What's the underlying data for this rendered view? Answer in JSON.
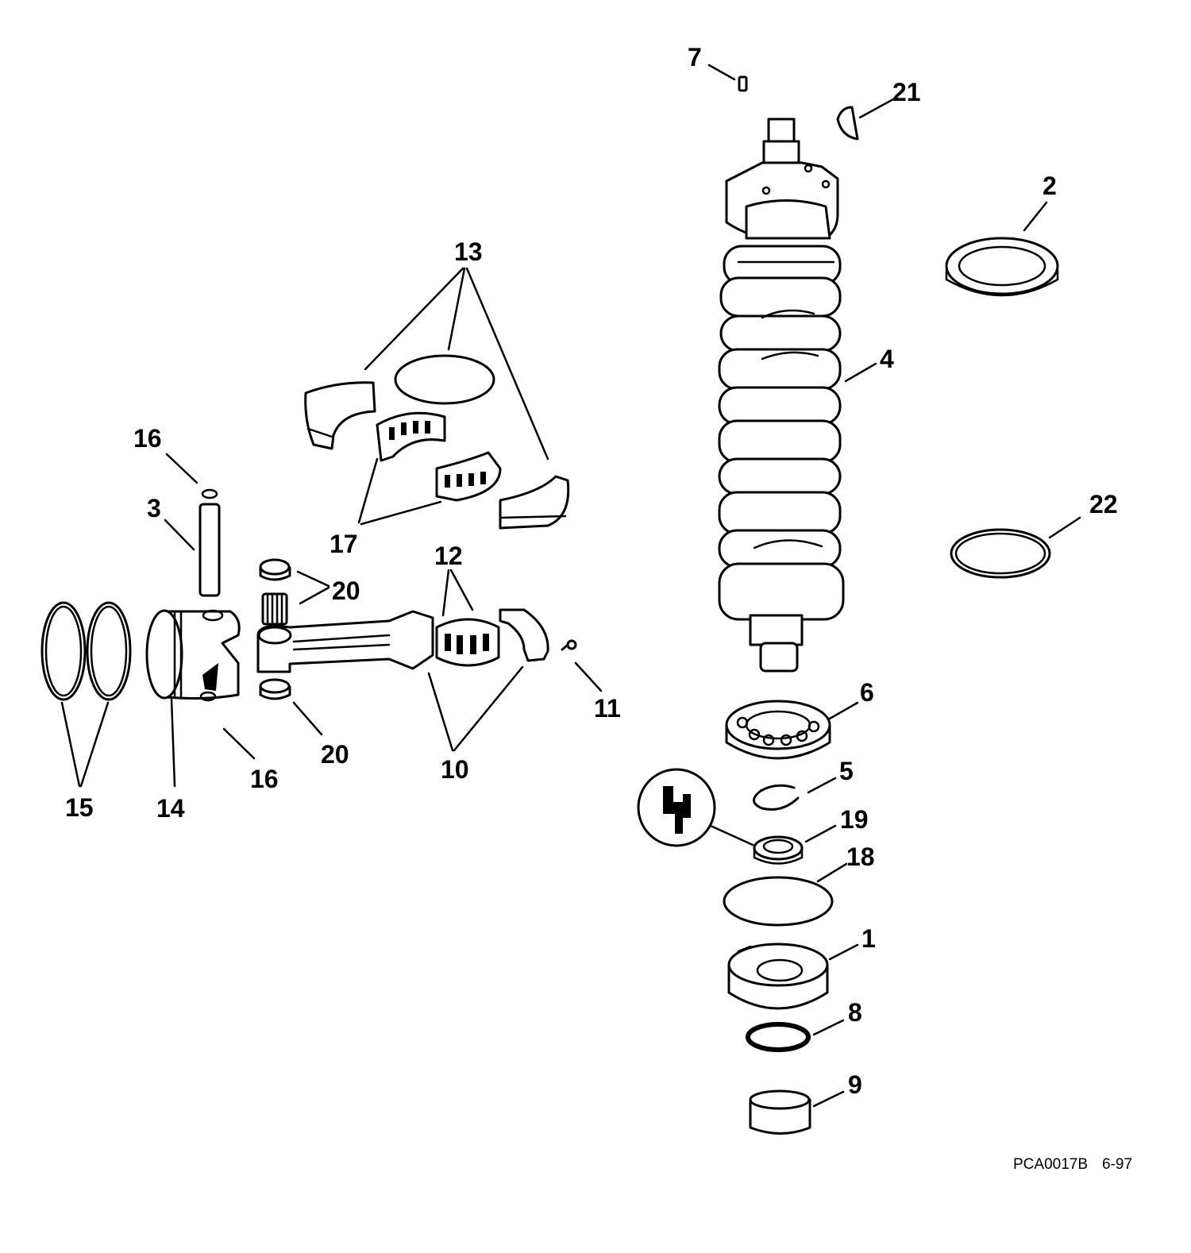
{
  "callouts": {
    "c1": "1",
    "c2": "2",
    "c3": "3",
    "c4": "4",
    "c5": "5",
    "c6": "6",
    "c7": "7",
    "c8": "8",
    "c9": "9",
    "c10": "10",
    "c11": "11",
    "c12": "12",
    "c13": "13",
    "c14": "14",
    "c15": "15",
    "c16a": "16",
    "c16b": "16",
    "c17": "17",
    "c18": "18",
    "c19": "19",
    "c20a": "20",
    "c20b": "20",
    "c21": "21",
    "c22": "22"
  },
  "footer": {
    "drawing_code": "PCA0017B",
    "date": "6-97"
  },
  "colors": {
    "ink": "#000000",
    "paper": "#ffffff"
  }
}
